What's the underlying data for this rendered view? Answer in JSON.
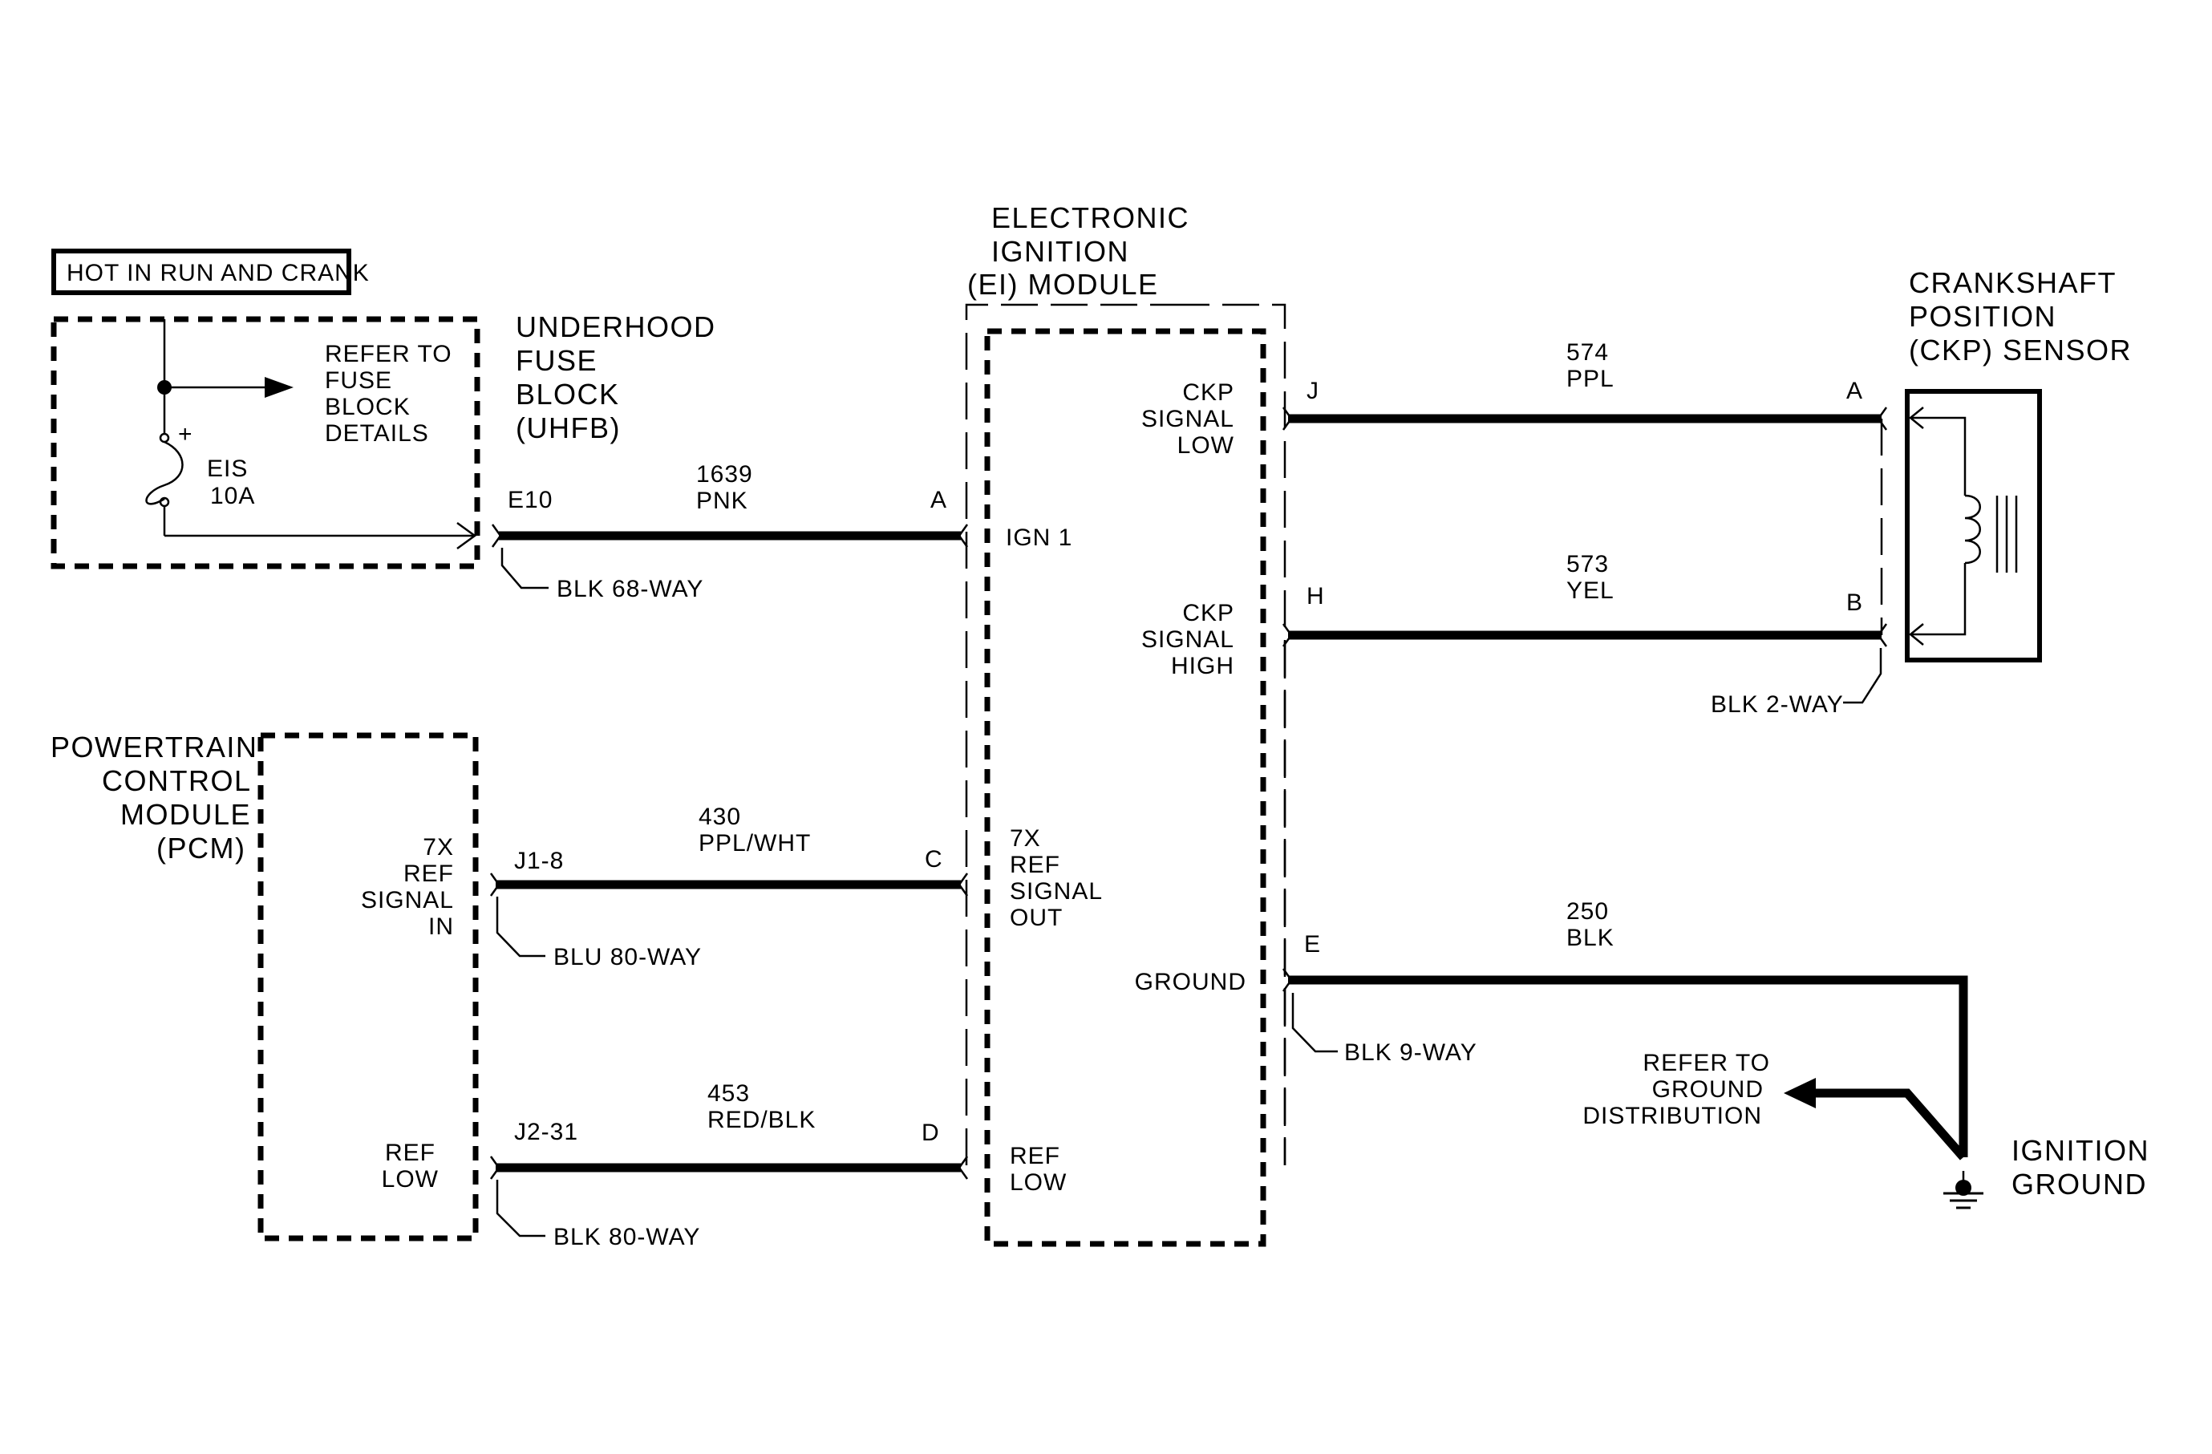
{
  "hot_in_run_and_crank": "HOT IN RUN AND CRANK",
  "fuse_block": {
    "refer_lines": [
      "REFER TO",
      "FUSE",
      "BLOCK",
      "DETAILS"
    ],
    "fuse_plus": "+",
    "fuse_name": "EIS",
    "fuse_rating": "10A",
    "title_lines": [
      "UNDERHOOD",
      "FUSE",
      "BLOCK",
      "(UHFB)"
    ],
    "pin": "E10",
    "connector": "BLK 68-WAY"
  },
  "pcm": {
    "title_lines": [
      "POWERTRAIN",
      "CONTROL",
      "MODULE",
      "(PCM)"
    ],
    "ref_in_lines": [
      "7X",
      "REF",
      "SIGNAL",
      "IN"
    ],
    "ref_low_lines": [
      "REF",
      "LOW"
    ],
    "pin_ref": "J1-8",
    "pin_low": "J2-31",
    "conn_ref": "BLU 80-WAY",
    "conn_low": "BLK 80-WAY"
  },
  "ei_module": {
    "title_lines": [
      "ELECTRONIC",
      "IGNITION",
      "(EI) MODULE"
    ],
    "ign_label": "IGN 1",
    "ref_out_lines": [
      "7X",
      "REF",
      "SIGNAL",
      "OUT"
    ],
    "ref_low_lines": [
      "REF",
      "LOW"
    ],
    "ckp_low_lines": [
      "CKP",
      "SIGNAL",
      "LOW"
    ],
    "ckp_high_lines": [
      "CKP",
      "SIGNAL",
      "HIGH"
    ],
    "ground_label": "GROUND",
    "pins": {
      "a": "A",
      "c": "C",
      "d": "D",
      "j": "J",
      "h": "H",
      "e": "E"
    },
    "connector": "BLK 9-WAY"
  },
  "ckp_sensor": {
    "title_lines": [
      "CRANKSHAFT",
      "POSITION",
      "(CKP) SENSOR"
    ],
    "pin_a": "A",
    "pin_b": "B",
    "connector": "BLK 2-WAY"
  },
  "ground": {
    "refer_lines": [
      "REFER TO",
      "GROUND",
      "DISTRIBUTION"
    ],
    "label_lines": [
      "IGNITION",
      "GROUND"
    ]
  },
  "wires": {
    "w1639": {
      "circuit": "1639",
      "color": "PNK"
    },
    "w430": {
      "circuit": "430",
      "color": "PPL/WHT"
    },
    "w453": {
      "circuit": "453",
      "color": "RED/BLK"
    },
    "w574": {
      "circuit": "574",
      "color": "PPL"
    },
    "w573": {
      "circuit": "573",
      "color": "YEL"
    },
    "w250": {
      "circuit": "250",
      "color": "BLK"
    }
  }
}
